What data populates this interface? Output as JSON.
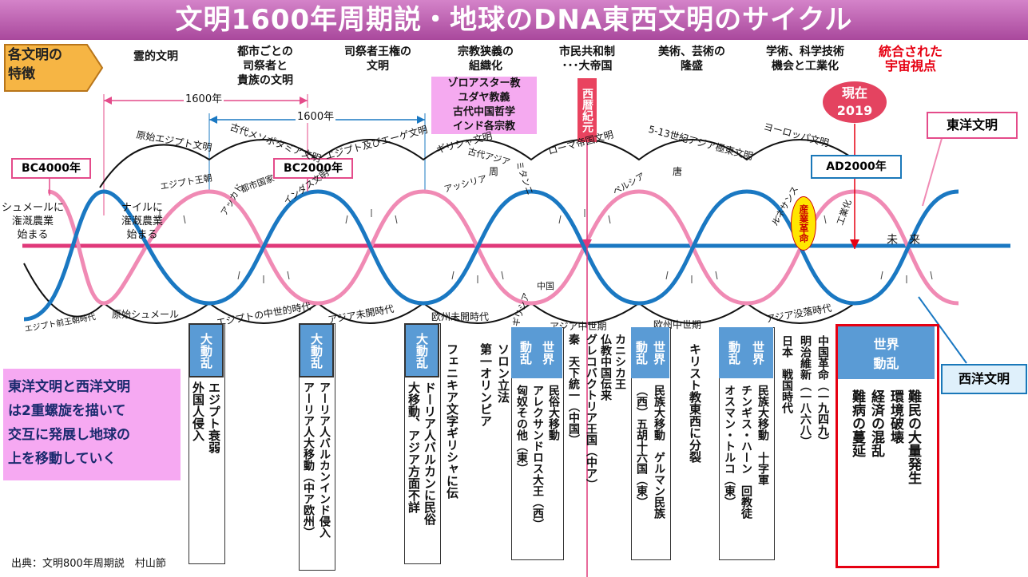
{
  "title": "文明1600年周期説・地球のDNA東西文明のサイクル",
  "feature_label": "各文明の\n特徴",
  "headers": [
    "霊的文明",
    "都市ごとの\n司祭者と\n貴族の文明",
    "司祭者王権の\n文明",
    "宗教狭義の\n組織化",
    "市民共和制\n･･･大帝国",
    "美術、芸術の\n隆盛",
    "学術、科学技術\n機会と工業化",
    "統合された\n宇宙視点"
  ],
  "religions": "ゾロアスター教\nユダヤ教義\n古代中国哲学\nインド各宗教",
  "span1": "1600年",
  "span2": "1600年",
  "bc4000": "BC4000年",
  "bc2000": "BC2000年",
  "ad2000": "AD2000年",
  "seireki": "西暦紀元",
  "genzai": "現在\n2019",
  "toyo": "東洋文明",
  "seiyo": "西洋文明",
  "sumer": "シュメールに\n潅漑農業\n始まる",
  "nile": "ナイルに\n潅漑農業\n始まる",
  "sangyo": "産業革命",
  "mirai": "未　来",
  "upper_labels": [
    "原始エジプト文明",
    "古代メソポタミア文明",
    "エジプト及びエーゲ文明",
    "ギリシャ文明",
    "ローマ帝国文明",
    "5-13世紀アジア極東文明",
    "ヨーロッパ文明"
  ],
  "lower_labels": [
    "エジプト前王朝時代",
    "原始シュメール",
    "エジプトの中世的時代",
    "アジア未開時代",
    "欧州未開時代",
    "アジア中世期",
    "欧州中世期",
    "アジア没落時代"
  ],
  "pink_wave_labels": [
    "エジプト王朝",
    "古代アジア",
    "アッカド",
    "ミタンニ",
    "ギリシア",
    "唐"
  ],
  "blue_wave_labels": [
    "都市国家",
    "インダス文明",
    "アッシリア",
    "周",
    "中国",
    "ペルシア",
    "ルネサンス",
    "工業化"
  ],
  "dairan": "大動乱",
  "sekai_dairan": "世界\n動乱",
  "col_events": [
    [
      "エジプト衰弱",
      "外国人侵入"
    ],
    [
      "アーリア人バルカンインド侵入",
      "アーリア人大移動（中ア欧州）"
    ],
    [
      "ドーリア人バルカンに民俗",
      "大移動、アジア方面不詳"
    ],
    [
      "フェニキア文字ギリシャに伝"
    ],
    [
      "ソロン立法",
      "第一オリンピア"
    ],
    [
      "民俗大移動",
      "アレクサンドロス大王（西）",
      "匈奴その他（東）"
    ],
    [
      "秦　天下統一（中国）"
    ],
    [
      "グレコバクトリア王国（中ア）"
    ],
    [
      "カニシカ王",
      "仏教中国伝来"
    ],
    [
      "民族大移動　ゲルマン民族",
      "（西）五胡十六国（東）"
    ],
    [
      "キリスト教東西に分裂"
    ],
    [
      "民族大移動　十字軍",
      "チンギス・ハーン　回教徒",
      "オスマン・トルコ（東）"
    ],
    [
      "日本　戦国時代"
    ],
    [
      "明治維新（一八六八）"
    ],
    [
      "中国革命（一九四九）"
    ],
    [
      "難民の大量発生",
      "環境破壊",
      "経済の混乱",
      "難病の蔓延"
    ]
  ],
  "summary": "東洋文明と西洋文明\nは2重螺旋を描いて\n交互に発展し地球の\n上を移動していく",
  "source": "出典：文明800年周期説　村山節",
  "colors": {
    "pink": "#f08ab4",
    "blue": "#1a78c2",
    "title": "#b857a8",
    "red": "#e60012",
    "yellow": "#ffe600",
    "callout": "#f6a9f2"
  }
}
